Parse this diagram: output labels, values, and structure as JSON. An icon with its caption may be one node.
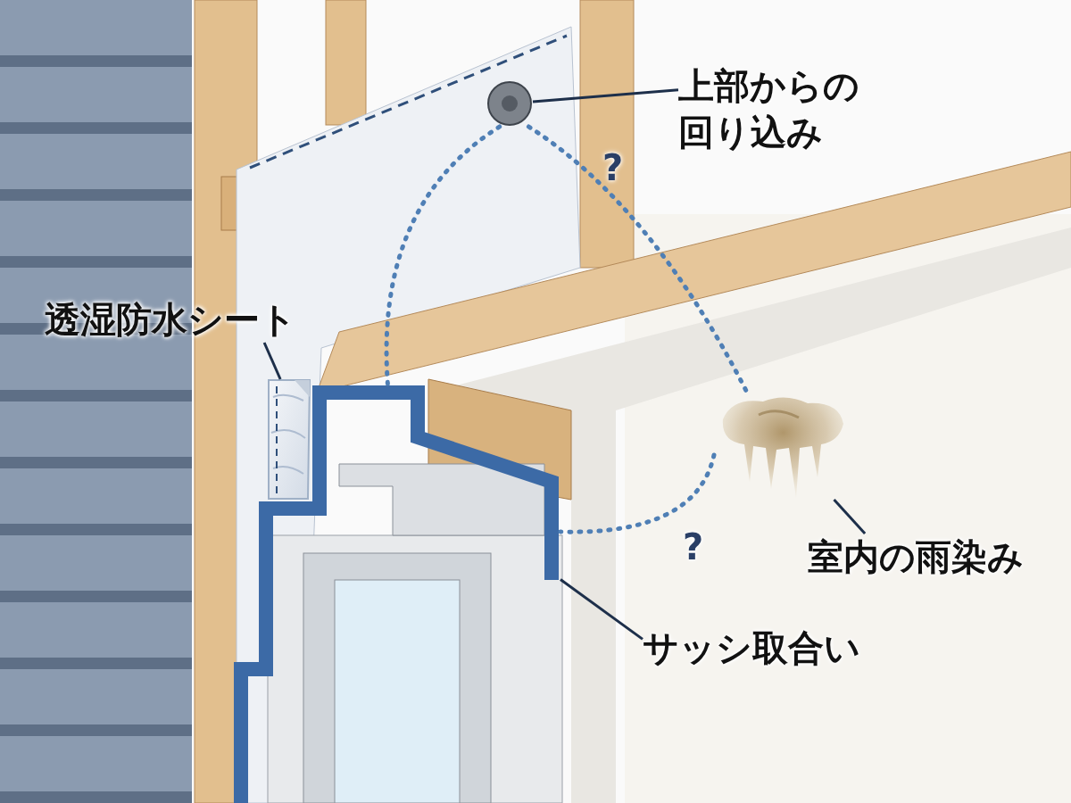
{
  "diagram": {
    "nodes": [
      {
        "text": [
          "上部からの回り込み"
        ]
      },
      {
        "text": [],
        "shape": "picture"
      },
      {
        "text": [
          "透湿防水シート"
        ]
      },
      {
        "text": [],
        "shape": "picture"
      },
      {
        "text": [
          "室内の雨染み"
        ]
      },
      {
        "text": [],
        "shape": "picture"
      },
      {
        "text": [
          "サッシ取合い"
        ]
      },
      {
        "text": [],
        "shape": "picture"
      }
    ],
    "edges": [
      {
        "from": 0,
        "to": 1,
        "arrow": "none"
      },
      {
        "from": 2,
        "to": 3,
        "arrow": "none"
      },
      {
        "from": 4,
        "to": 5,
        "arrow": "none"
      },
      {
        "from": 6,
        "to": 7,
        "arrow": "none"
      },
      {
        "from": 1,
        "to": 7,
        "arrow": "none",
        "style": "dashed",
        "color": "#4f7fb5"
      },
      {
        "from": 1,
        "to": 5,
        "arrow": "none",
        "style": "dashed",
        "color": "#4f7fb5"
      },
      {
        "from": 5,
        "to": 7,
        "arrow": "none",
        "style": "dashed",
        "color": "#4f7fb5"
      }
    ],
    "labels": [
      "?",
      "?"
    ]
  }
}
